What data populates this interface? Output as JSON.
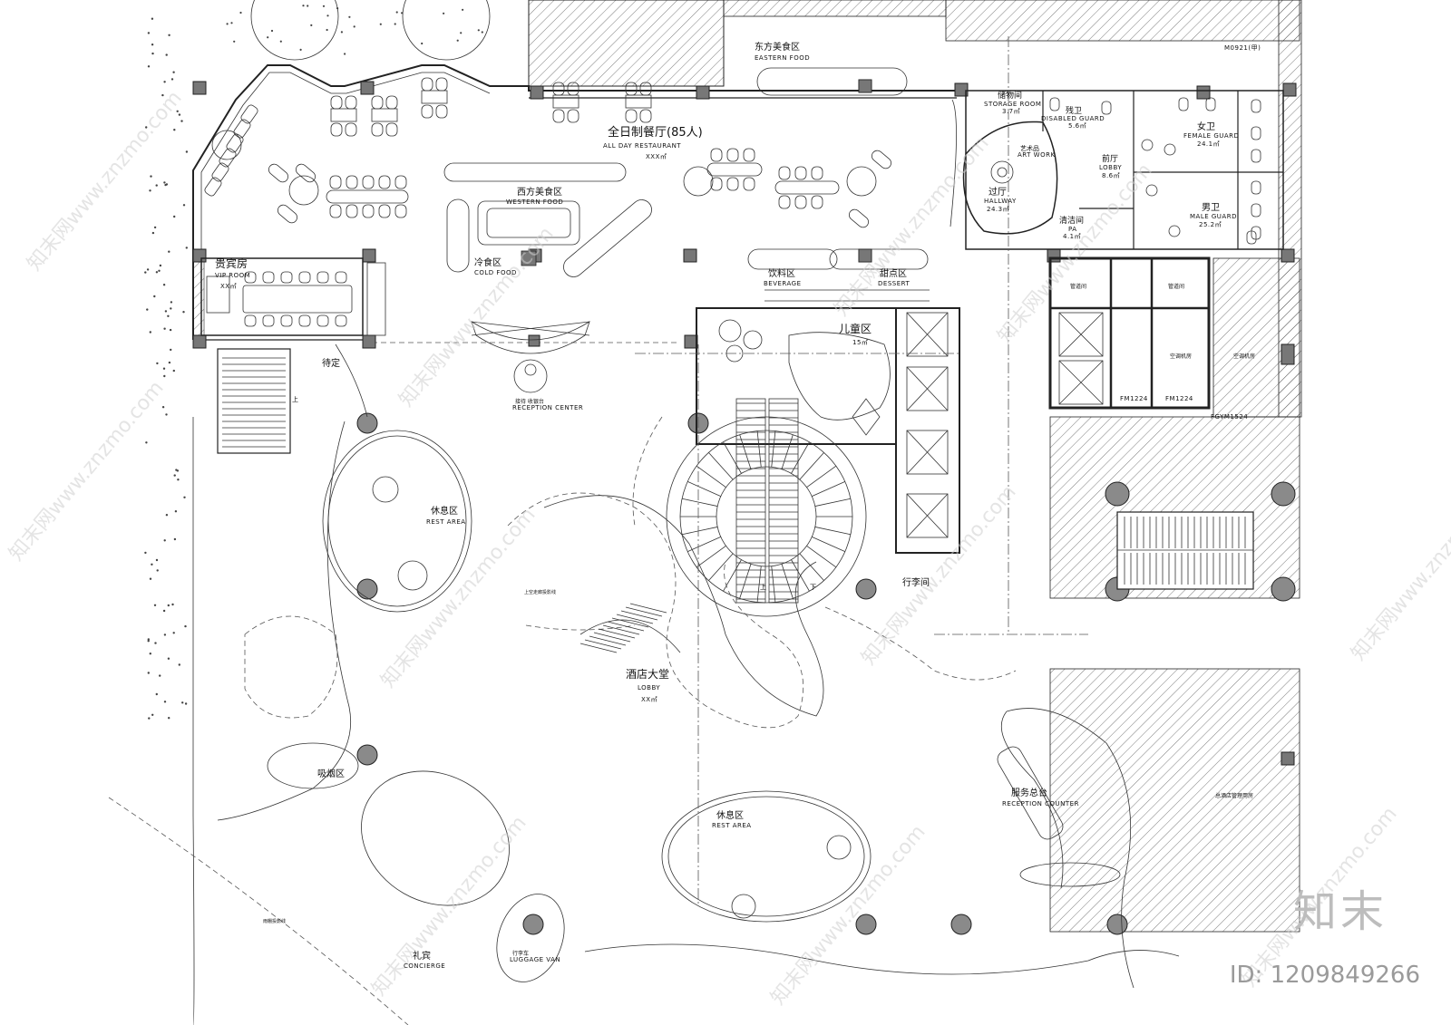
{
  "rooms": {
    "eastern_food": {
      "cn": "东方美食区",
      "en": "EASTERN FOOD"
    },
    "all_day": {
      "cn": "全日制餐厅(85人)",
      "en": "ALL DAY RESTAURANT",
      "area": "XXX㎡"
    },
    "western_food": {
      "cn": "西方美食区",
      "en": "WESTERN FOOD"
    },
    "cold_food": {
      "cn": "冷食区",
      "en": "COLD FOOD"
    },
    "beverage": {
      "cn": "饮料区",
      "en": "BEVERAGE"
    },
    "dessert": {
      "cn": "甜点区",
      "en": "DESSERT"
    },
    "vip_room": {
      "cn": "贵宾房",
      "en": "VIP ROOM",
      "area": "XX㎡"
    },
    "tbd": {
      "cn": "待定"
    },
    "reception_center": {
      "cn": "接待 收银台",
      "en": "RECEPTION CENTER"
    },
    "kids": {
      "cn": "儿童区",
      "area": "15㎡"
    },
    "storage": {
      "cn": "储物间",
      "en": "STORAGE ROOM",
      "area": "3.7㎡"
    },
    "disabled": {
      "cn": "残卫",
      "en": "DISABLED GUARD",
      "area": "5.6㎡"
    },
    "art_work": {
      "cn": "艺术品",
      "en": "ART WORK"
    },
    "front_lobby": {
      "cn": "前厅",
      "en": "LOBBY",
      "area": "8.6㎡"
    },
    "hallway": {
      "cn": "过厅",
      "en": "HALLWAY",
      "area": "24.3㎡"
    },
    "female": {
      "cn": "女卫",
      "en": "FEMALE GUARD",
      "area": "24.1㎡"
    },
    "male": {
      "cn": "男卫",
      "en": "MALE GUARD",
      "area": "25.2㎡"
    },
    "pa": {
      "cn": "清洁间",
      "en": "PA",
      "area": "4.1㎡"
    },
    "rest_area_1": {
      "cn": "休息区",
      "en": "REST AREA"
    },
    "rest_area_2": {
      "cn": "休息区",
      "en": "REST AREA"
    },
    "luggage": {
      "cn": "行李间"
    },
    "lobby": {
      "cn": "酒店大堂",
      "en": "LOBBY",
      "area": "XX㎡"
    },
    "smoking": {
      "cn": "吸烟区"
    },
    "concierge": {
      "cn": "礼宾",
      "en": "CONCIERGE"
    },
    "luggage_van": {
      "cn": "行李车",
      "en": "LUGGAGE VAN"
    },
    "reception_counter": {
      "cn": "服务总台",
      "en": "RECEPTION COUNTER"
    }
  },
  "door_codes": {
    "m0921": "M0921(甲)",
    "fm1224_a": "FM1224",
    "fm1224_b": "FM1224",
    "fgym1524": "FGYM1524"
  },
  "annotations": {
    "lobby_projection": "上空走廊投影线",
    "canopy_projection": "雨棚投影线",
    "stair_up_1": "上",
    "stair_up_2": "上",
    "stair_down": "下",
    "small_room_1": "管道间",
    "small_room_2": "管道间",
    "ac_room": "空调机房",
    "ac_room_2": "空调机房",
    "back_office": "总酒店管理用房"
  },
  "watermarks": {
    "text": "知末网www.znzmo.com"
  },
  "branding": {
    "logo": "知末",
    "id": "ID: 1209849266"
  }
}
